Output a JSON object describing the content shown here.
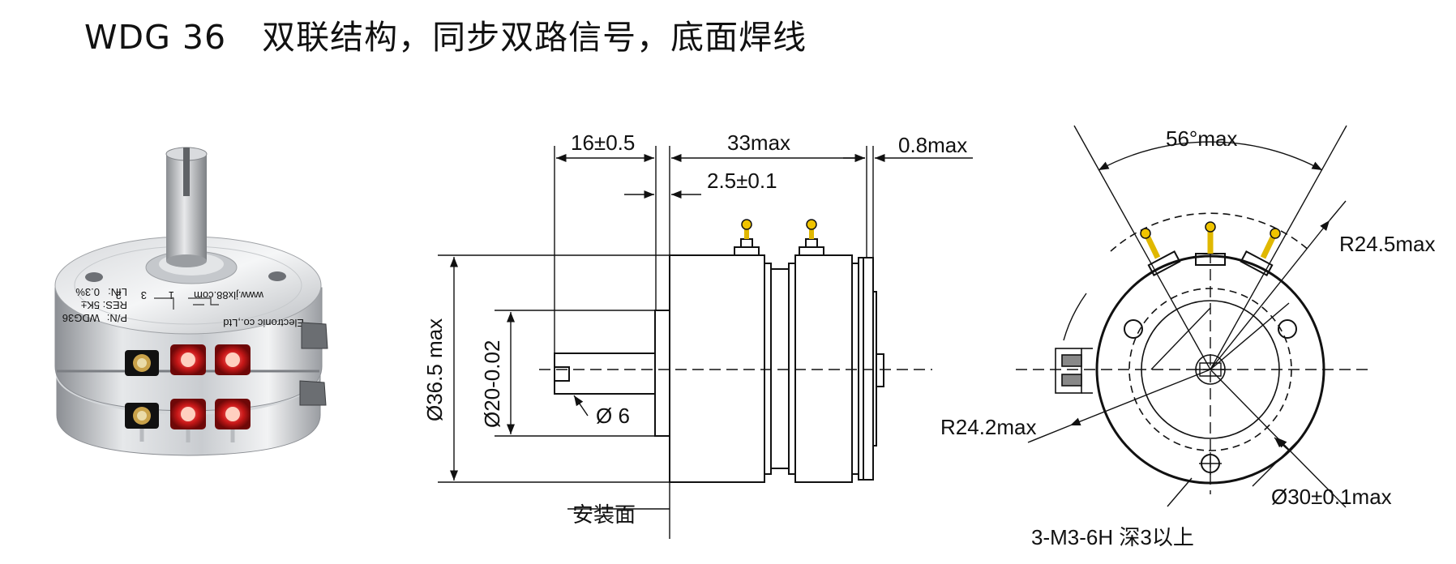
{
  "header": {
    "model": "WDG 36",
    "subtitle": "双联结构，同步双路信号，底面焊线"
  },
  "photo": {
    "label_lines": [
      "P/N:",
      "RES:",
      "LIN:"
    ],
    "label_values": [
      "WDG36",
      "5K±",
      "0.3%"
    ],
    "website": "www.jlx88.com",
    "company": "Electronic co.,Ltd",
    "pins": [
      "1",
      "3",
      "2"
    ]
  },
  "side_view": {
    "dim_shaft_length": "16±0.5",
    "dim_body_length": "33max",
    "dim_pilot": "2.5±0.1",
    "dim_terminal": "0.8max",
    "dim_body_dia": "Ø36.5 max",
    "dim_pilot_dia": "Ø20-0.02",
    "dim_shaft_dia": "Ø 6",
    "mount_face": "安装面"
  },
  "rear_view": {
    "angle": "56°max",
    "r_outer": "R24.5max",
    "r_terminal": "R24.2max",
    "bolt_circle": "Ø30±0.1max",
    "holes": "3-M3-6H 深3以上"
  }
}
